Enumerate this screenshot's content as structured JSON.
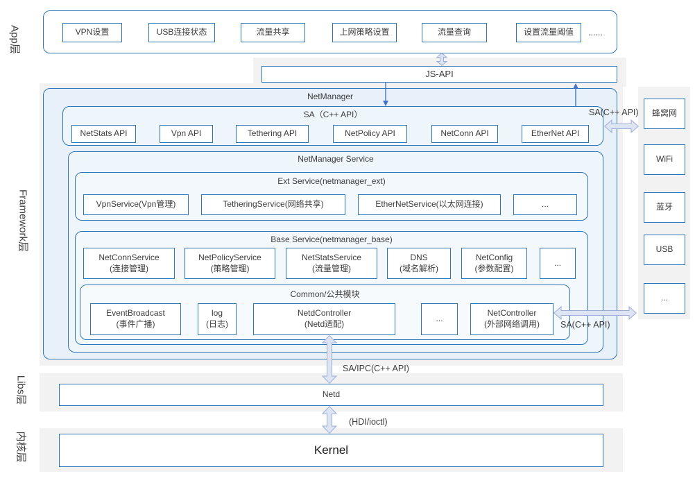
{
  "layers": {
    "app": {
      "label": "App层"
    },
    "framework": {
      "label": "Framework层"
    },
    "libs": {
      "label": "Libs层"
    },
    "kernel": {
      "label": "内核层"
    }
  },
  "app_layer": {
    "items": [
      "VPN设置",
      "USB连接状态",
      "流量共享",
      "上网策略设置",
      "流量查询",
      "设置流量阈值"
    ],
    "more": "......"
  },
  "js_api": {
    "label": "JS-API"
  },
  "netmanager": {
    "title": "NetManager",
    "sa": {
      "title": "SA（C++ API）",
      "items": [
        "NetStats API",
        "Vpn API",
        "Tethering API",
        "NetPolicy API",
        "NetConn API",
        "EtherNet API"
      ]
    },
    "service": {
      "title": "NetManager Service",
      "ext": {
        "title": "Ext Service(netmanager_ext)",
        "items": [
          "VpnService(Vpn管理)",
          "TetheringService(网络共享)",
          "EtherNetService(以太网连接)",
          "..."
        ]
      },
      "base": {
        "title": "Base Service(netmanager_base)",
        "items": [
          {
            "l1": "NetConnService",
            "l2": "(连接管理)"
          },
          {
            "l1": "NetPolicyService",
            "l2": "(策略管理)"
          },
          {
            "l1": "NetStatsService",
            "l2": "(流量管理)"
          },
          {
            "l1": "DNS",
            "l2": "(域名解析)"
          },
          {
            "l1": "NetConfig",
            "l2": "(参数配置)"
          },
          {
            "l1": "...",
            "l2": ""
          }
        ],
        "common": {
          "title": "Common/公共模块",
          "items": [
            {
              "l1": "EventBroadcast",
              "l2": "(事件广播)"
            },
            {
              "l1": "log",
              "l2": "(日志)"
            },
            {
              "l1": "NetdController",
              "l2": "(Netd适配)"
            },
            {
              "l1": "...",
              "l2": ""
            },
            {
              "l1": "NetController",
              "l2": "(外部网络调用)"
            }
          ]
        }
      }
    }
  },
  "right_panel": {
    "items": [
      "蜂窝网",
      "WiFi",
      "蓝牙",
      "USB",
      "..."
    ]
  },
  "connection_labels": {
    "sa_top": "SA(C++ API)",
    "sa_mid": "SA(C++ API)",
    "sa_ipc": "SA/IPC(C++ API)",
    "hdi": "(HDI/ioctl)"
  },
  "netd": {
    "label": "Netd"
  },
  "kernel_box": {
    "label": "Kernel"
  },
  "colors": {
    "accent_blue": "#2e75b6",
    "netmanager_fill": "#e8f1f9",
    "inner_fill": "#eef5fb",
    "sub_fill": "#f3f8fd",
    "common_fill": "#f7fafd",
    "strip_gray": "#f2f2f2",
    "fat_arrow_fill": "#dde4f3",
    "thin_arrow": "#4472c4"
  }
}
